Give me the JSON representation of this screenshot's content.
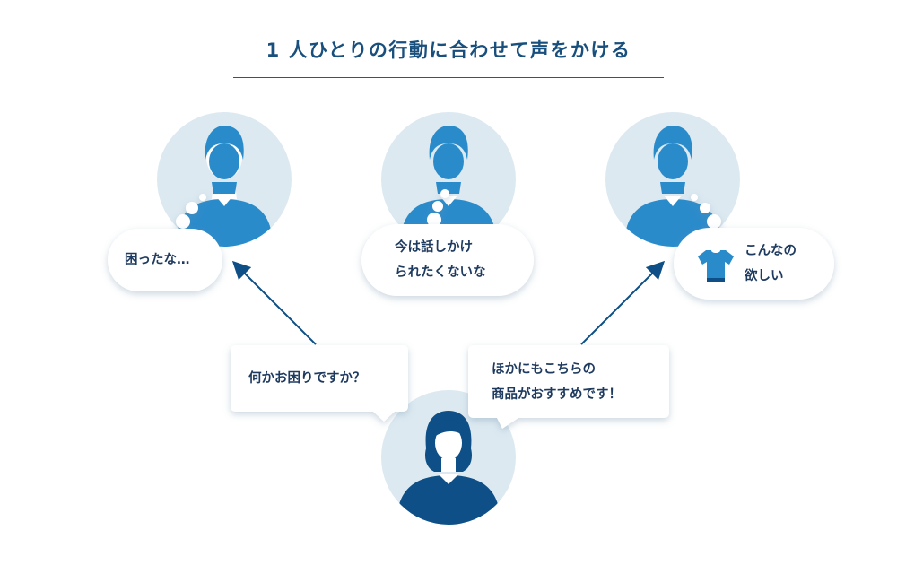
{
  "title": "1 人ひとりの行動に合わせて声をかける",
  "colors": {
    "accent": "#2a8bcb",
    "staff": "#0d4f86",
    "circle": "#dce9f1",
    "title": "#184f7d"
  },
  "customers": [
    {
      "thought": [
        "困ったな…"
      ]
    },
    {
      "thought": [
        "今は話しかけ",
        "られたくないな"
      ]
    },
    {
      "thought": [
        "こんなの",
        "欲しい"
      ],
      "icon": "t-shirt-icon"
    }
  ],
  "staff": {
    "speech_left": [
      "何かお困りですか？"
    ],
    "speech_right": [
      "ほかにもこちらの",
      "商品がおすすめです！"
    ]
  }
}
